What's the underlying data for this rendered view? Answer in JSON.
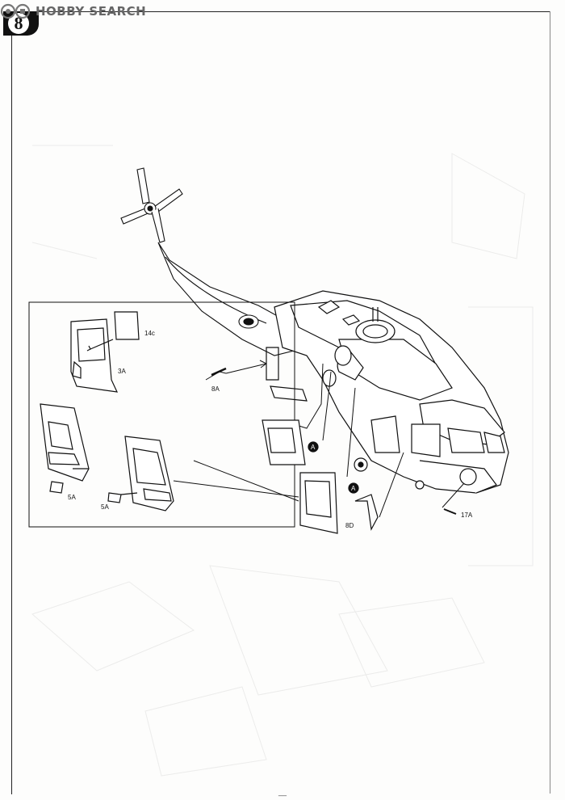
{
  "watermark": {
    "text": "HOBBY SEARCH",
    "logo_color": "#777777"
  },
  "step": {
    "number": "8"
  },
  "labels": {
    "part_14c": "14c",
    "part_3a": "3A",
    "part_5a_left": "5A",
    "part_5a_right": "5A",
    "part_8a": "8A",
    "part_8d": "8D",
    "part_17a": "17A",
    "marker_a_1": "A",
    "marker_a_2": "A"
  },
  "page_number": "__"
}
